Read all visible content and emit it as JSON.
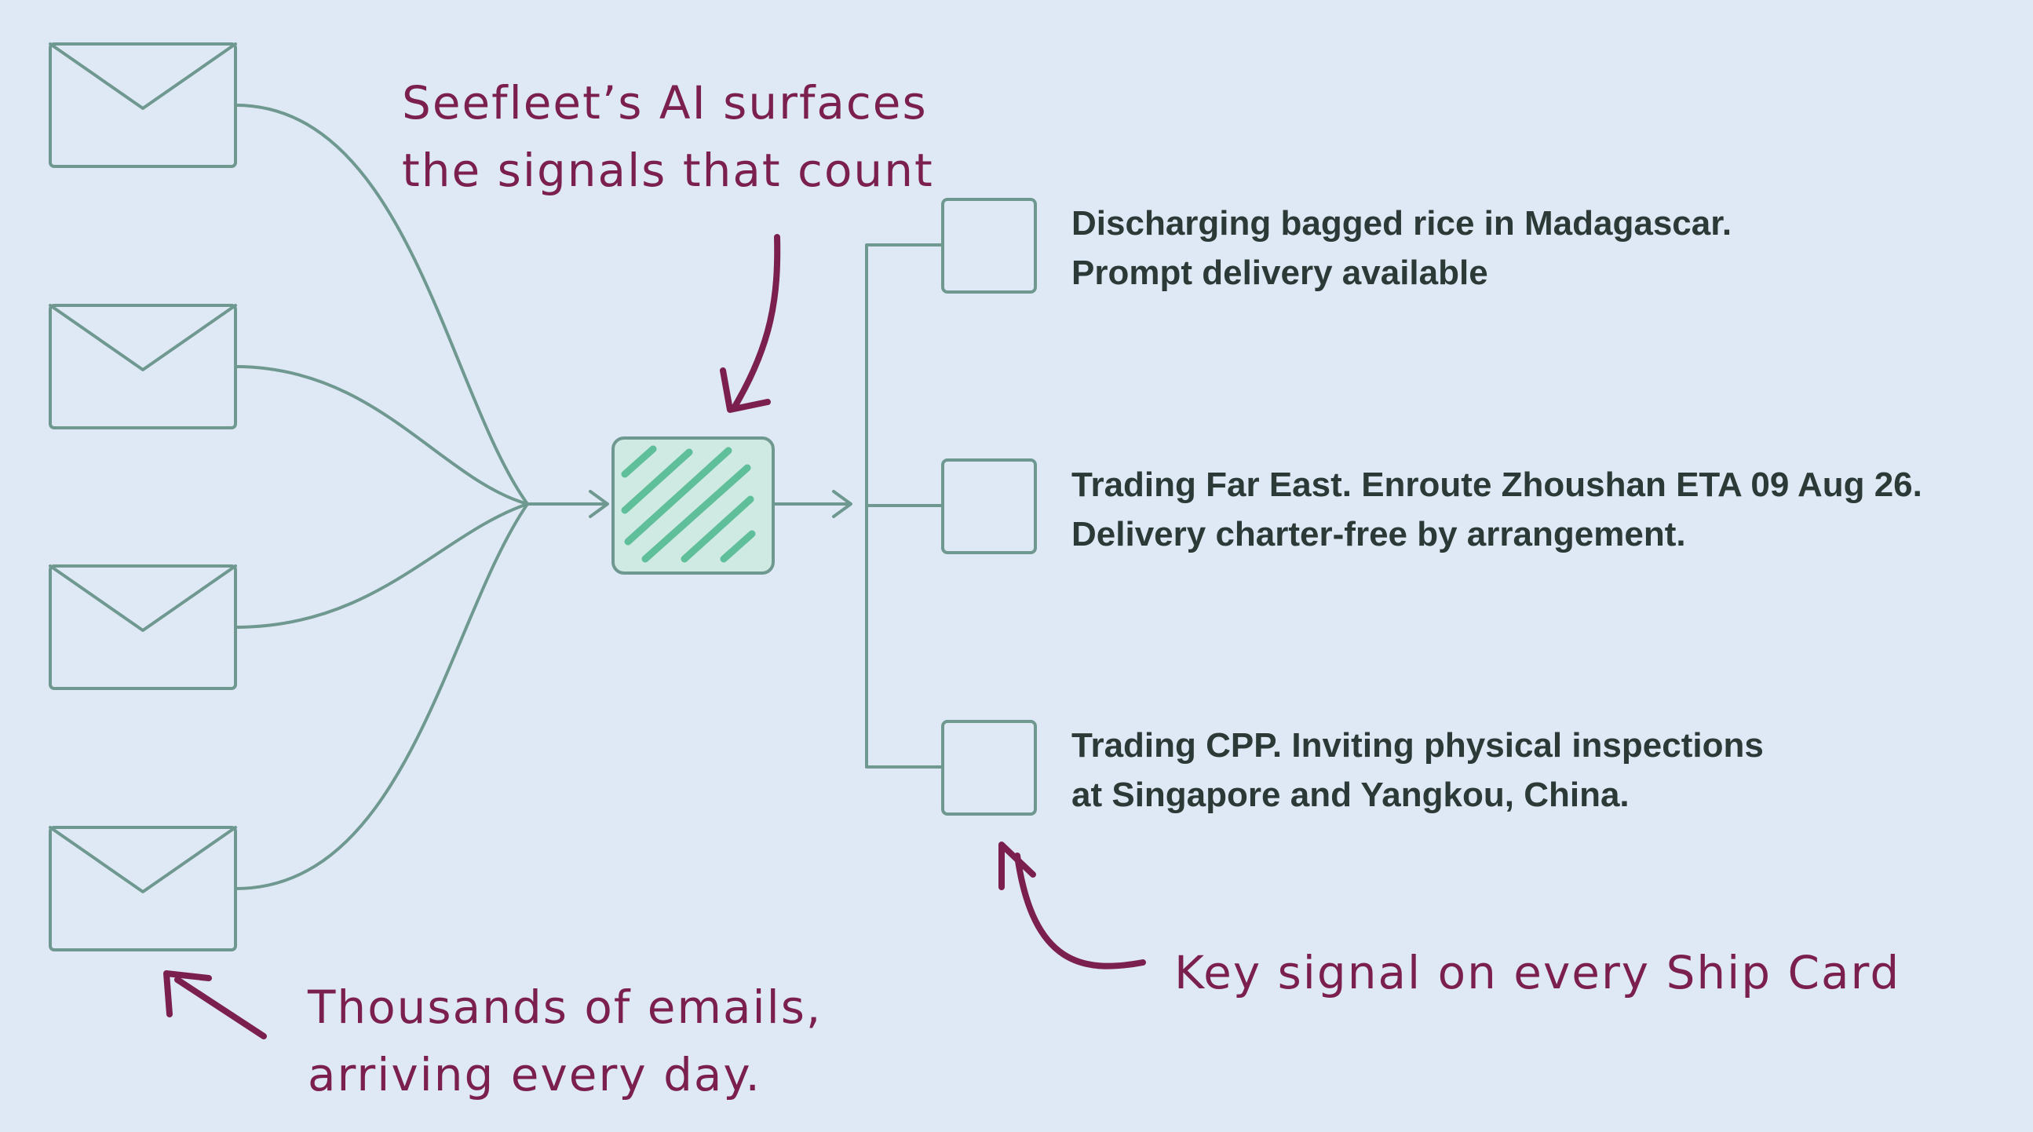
{
  "colors": {
    "background": "#dfe9f5",
    "line": "#6f9990",
    "accent": "#7b1f4e",
    "hatch": "#5fbf9a",
    "hatch_fill": "#cfe9e3",
    "text": "#2b3a37"
  },
  "icons": {
    "email": "envelope-icon",
    "filter": "hatched-box-icon",
    "card": "square-outline-icon"
  },
  "annotations": {
    "ai": [
      "Seefleet’s AI surfaces",
      "the signals that count"
    ],
    "emails": [
      "Thousands of emails,",
      "arriving every day."
    ],
    "ship_card": "Key signal on every Ship Card"
  },
  "signals": [
    {
      "line1": "Discharging bagged rice in Madagascar.",
      "line2": "Prompt delivery available"
    },
    {
      "line1": "Trading Far East. Enroute Zhoushan ETA 09 Aug 26.",
      "line2": "Delivery charter-free by arrangement."
    },
    {
      "line1": "Trading CPP. Inviting physical inspections",
      "line2": "at Singapore and Yangkou, China."
    }
  ]
}
